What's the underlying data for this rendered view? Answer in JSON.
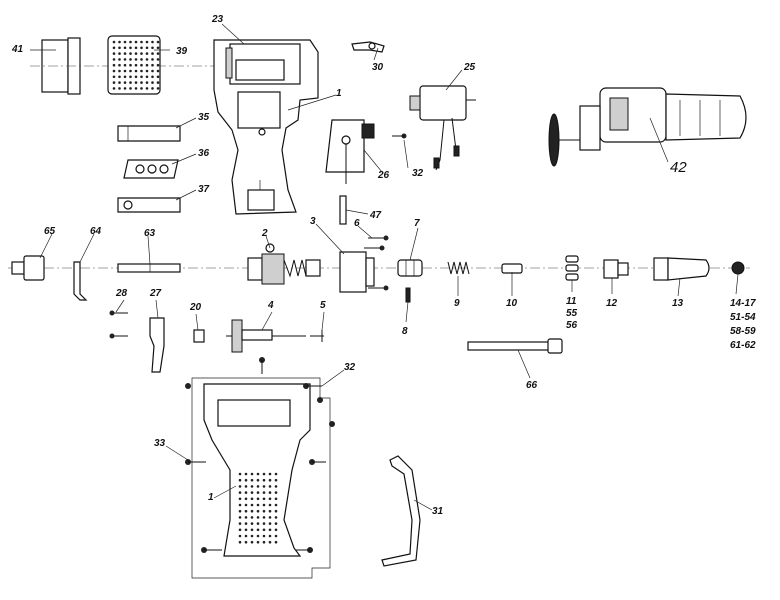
{
  "diagram": {
    "callouts": {
      "c1a": "1",
      "c1b": "1",
      "c2": "2",
      "c3": "3",
      "c4": "4",
      "c5": "5",
      "c6": "6",
      "c7": "7",
      "c8": "8",
      "c9": "9",
      "c10": "10",
      "c11": "11",
      "c55": "55",
      "c56": "56",
      "c12": "12",
      "c13": "13",
      "c14": "14-17",
      "c51": "51-54",
      "c58": "58-59",
      "c61": "61-62",
      "c20": "20",
      "c23": "23",
      "c25": "25",
      "c26": "26",
      "c27": "27",
      "c28": "28",
      "c30": "30",
      "c31": "31",
      "c32a": "32",
      "c32b": "32",
      "c33": "33",
      "c35": "35",
      "c36": "36",
      "c37": "37",
      "c39": "39",
      "c41": "41",
      "c42": "42",
      "c47": "47",
      "c63": "63",
      "c64": "64",
      "c65": "65",
      "c66": "66"
    }
  }
}
